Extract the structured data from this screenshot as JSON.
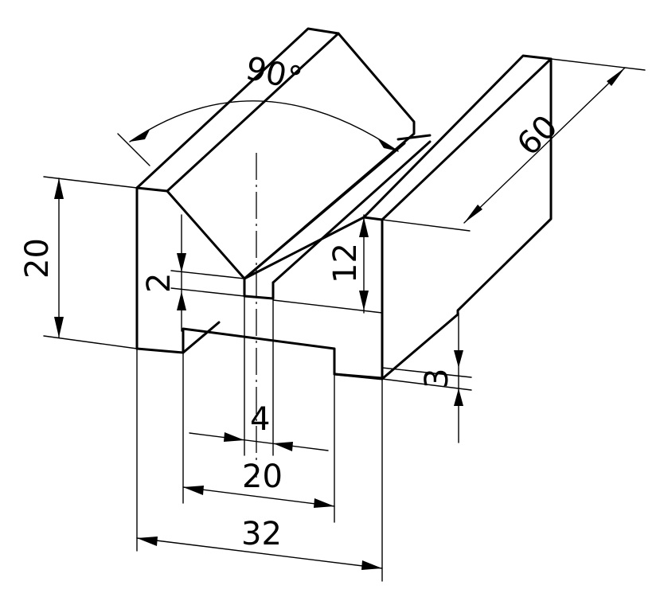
{
  "drawing": {
    "dimensions": {
      "angle": "90°",
      "length": "60",
      "height": "20",
      "groove_depth": "12",
      "slot_depth": "2",
      "step": "3",
      "slot_width": "4",
      "channel_width": "20",
      "overall_width": "32"
    }
  }
}
